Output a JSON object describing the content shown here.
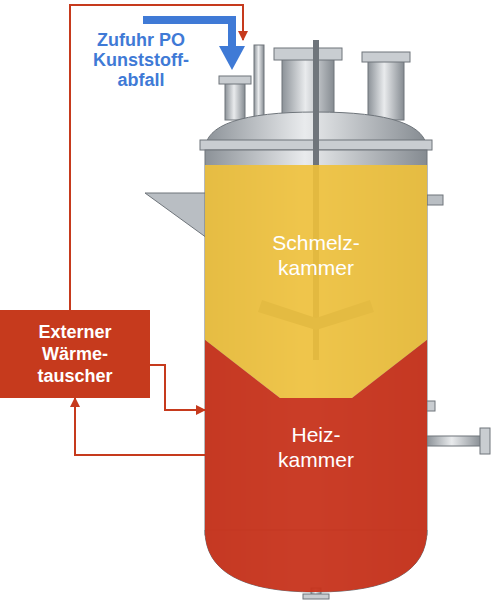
{
  "diagram": {
    "nodes": [
      {
        "text": [
          "Schmelz- kammer"
        ]
      },
      {
        "text": [
          "Externer Wärme- tauscher"
        ]
      },
      {
        "text": [
          "Heiz- kammer"
        ]
      }
    ],
    "edges": [
      {
        "from": 1,
        "to": 0,
        "arrow": "to"
      },
      {
        "from": 1,
        "to": 2,
        "arrow": "to"
      },
      {
        "from": 2,
        "to": 1,
        "arrow": "to"
      }
    ],
    "labels": [
      "Zufuhr PO Kunststoff- abfall"
    ]
  }
}
